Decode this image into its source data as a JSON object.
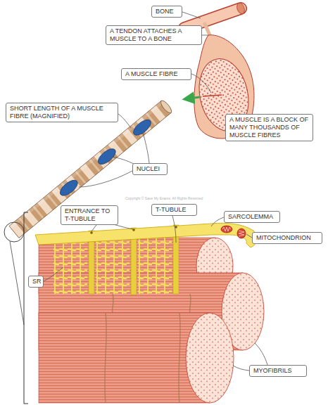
{
  "diagram": {
    "nodes": [
      {
        "text": [
          "BONE"
        ]
      },
      {
        "text": [
          "A TENDON ATTACHES A MUSCLE TO A BONE"
        ]
      },
      {
        "text": [
          "A MUSCLE FIBRE"
        ]
      },
      {
        "text": [
          "SHORT LENGTH OF A MUSCLE FIBRE (MAGNIFIED)"
        ]
      },
      {
        "text": [
          "A MUSCLE IS A BLOCK OF MANY THOUSANDS OF MUSCLE FIBRES"
        ]
      },
      {
        "text": [
          "NUCLEI"
        ]
      },
      {
        "text": [
          "ENTRANCE TO T-TUBULE"
        ]
      },
      {
        "text": [
          "T-TUBULE"
        ]
      },
      {
        "text": [
          "SARCOLEMMA"
        ]
      },
      {
        "text": [
          "MITOCHONDRION"
        ]
      },
      {
        "text": [
          "SR"
        ]
      },
      {
        "text": [
          "MYOFIBRILS"
        ]
      }
    ],
    "labels": [
      "Copyright © Save My Exams. All Rights Reserved"
    ]
  }
}
